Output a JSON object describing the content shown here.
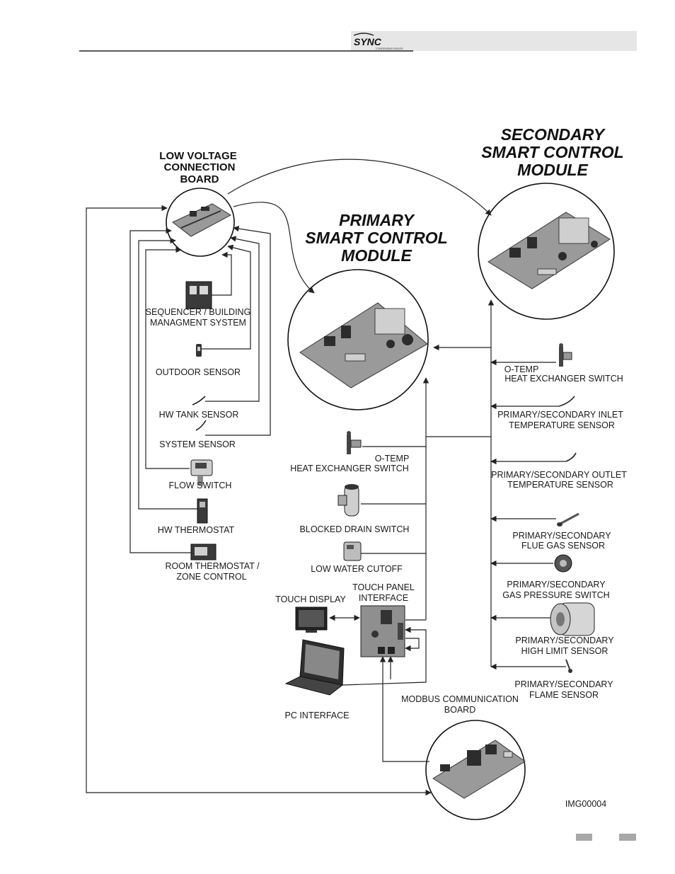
{
  "header": {
    "logo_text": "SYNC",
    "logo_sub": "CONDENSING BOILER"
  },
  "titles": {
    "low_voltage": [
      "LOW VOLTAGE",
      "CONNECTION",
      "BOARD"
    ],
    "primary": [
      "PRIMARY",
      "SMART CONTROL",
      "MODULE"
    ],
    "secondary": [
      "SECONDARY",
      "SMART CONTROL",
      "MODULE"
    ]
  },
  "left_components": {
    "sequencer": [
      "SEQUENCER / BUILDING",
      "MANAGMENT SYSTEM"
    ],
    "outdoor_sensor": "OUTDOOR SENSOR",
    "hw_tank_sensor": "HW TANK SENSOR",
    "system_sensor": "SYSTEM SENSOR",
    "flow_switch": "FLOW SWITCH",
    "hw_thermostat": "HW THERMOSTAT",
    "room_thermostat": [
      "ROOM THERMOSTAT /",
      "ZONE CONTROL"
    ]
  },
  "middle_components": {
    "otemp_switch": [
      "O-TEMP",
      "HEAT EXCHANGER SWITCH"
    ],
    "blocked_drain": "BLOCKED DRAIN SWITCH",
    "low_water": "LOW WATER CUTOFF",
    "touch_display": "TOUCH DISPLAY",
    "touch_panel": [
      "TOUCH PANEL",
      "INTERFACE"
    ],
    "pc_interface": "PC INTERFACE",
    "modbus": [
      "MODBUS COMMUNICATION",
      "BOARD"
    ]
  },
  "right_components": {
    "otemp_switch": [
      "O-TEMP",
      "HEAT EXCHANGER SWITCH"
    ],
    "inlet_sensor": [
      "PRIMARY/SECONDARY INLET",
      "TEMPERATURE SENSOR"
    ],
    "outlet_sensor": [
      "PRIMARY/SECONDARY OUTLET",
      "TEMPERATURE SENSOR"
    ],
    "flue_gas": [
      "PRIMARY/SECONDARY",
      "FLUE GAS SENSOR"
    ],
    "gas_pressure": [
      "PRIMARY/SECONDARY",
      "GAS PRESSURE SWITCH"
    ],
    "high_limit": [
      "PRIMARY/SECONDARY",
      "HIGH LIMIT SENSOR"
    ],
    "flame_sensor": [
      "PRIMARY/SECONDARY",
      "FLAME SENSOR"
    ]
  },
  "image_id": "IMG00004",
  "colors": {
    "header_bar": "#e6e6e6",
    "footer_tab": "#a8a8a8"
  }
}
